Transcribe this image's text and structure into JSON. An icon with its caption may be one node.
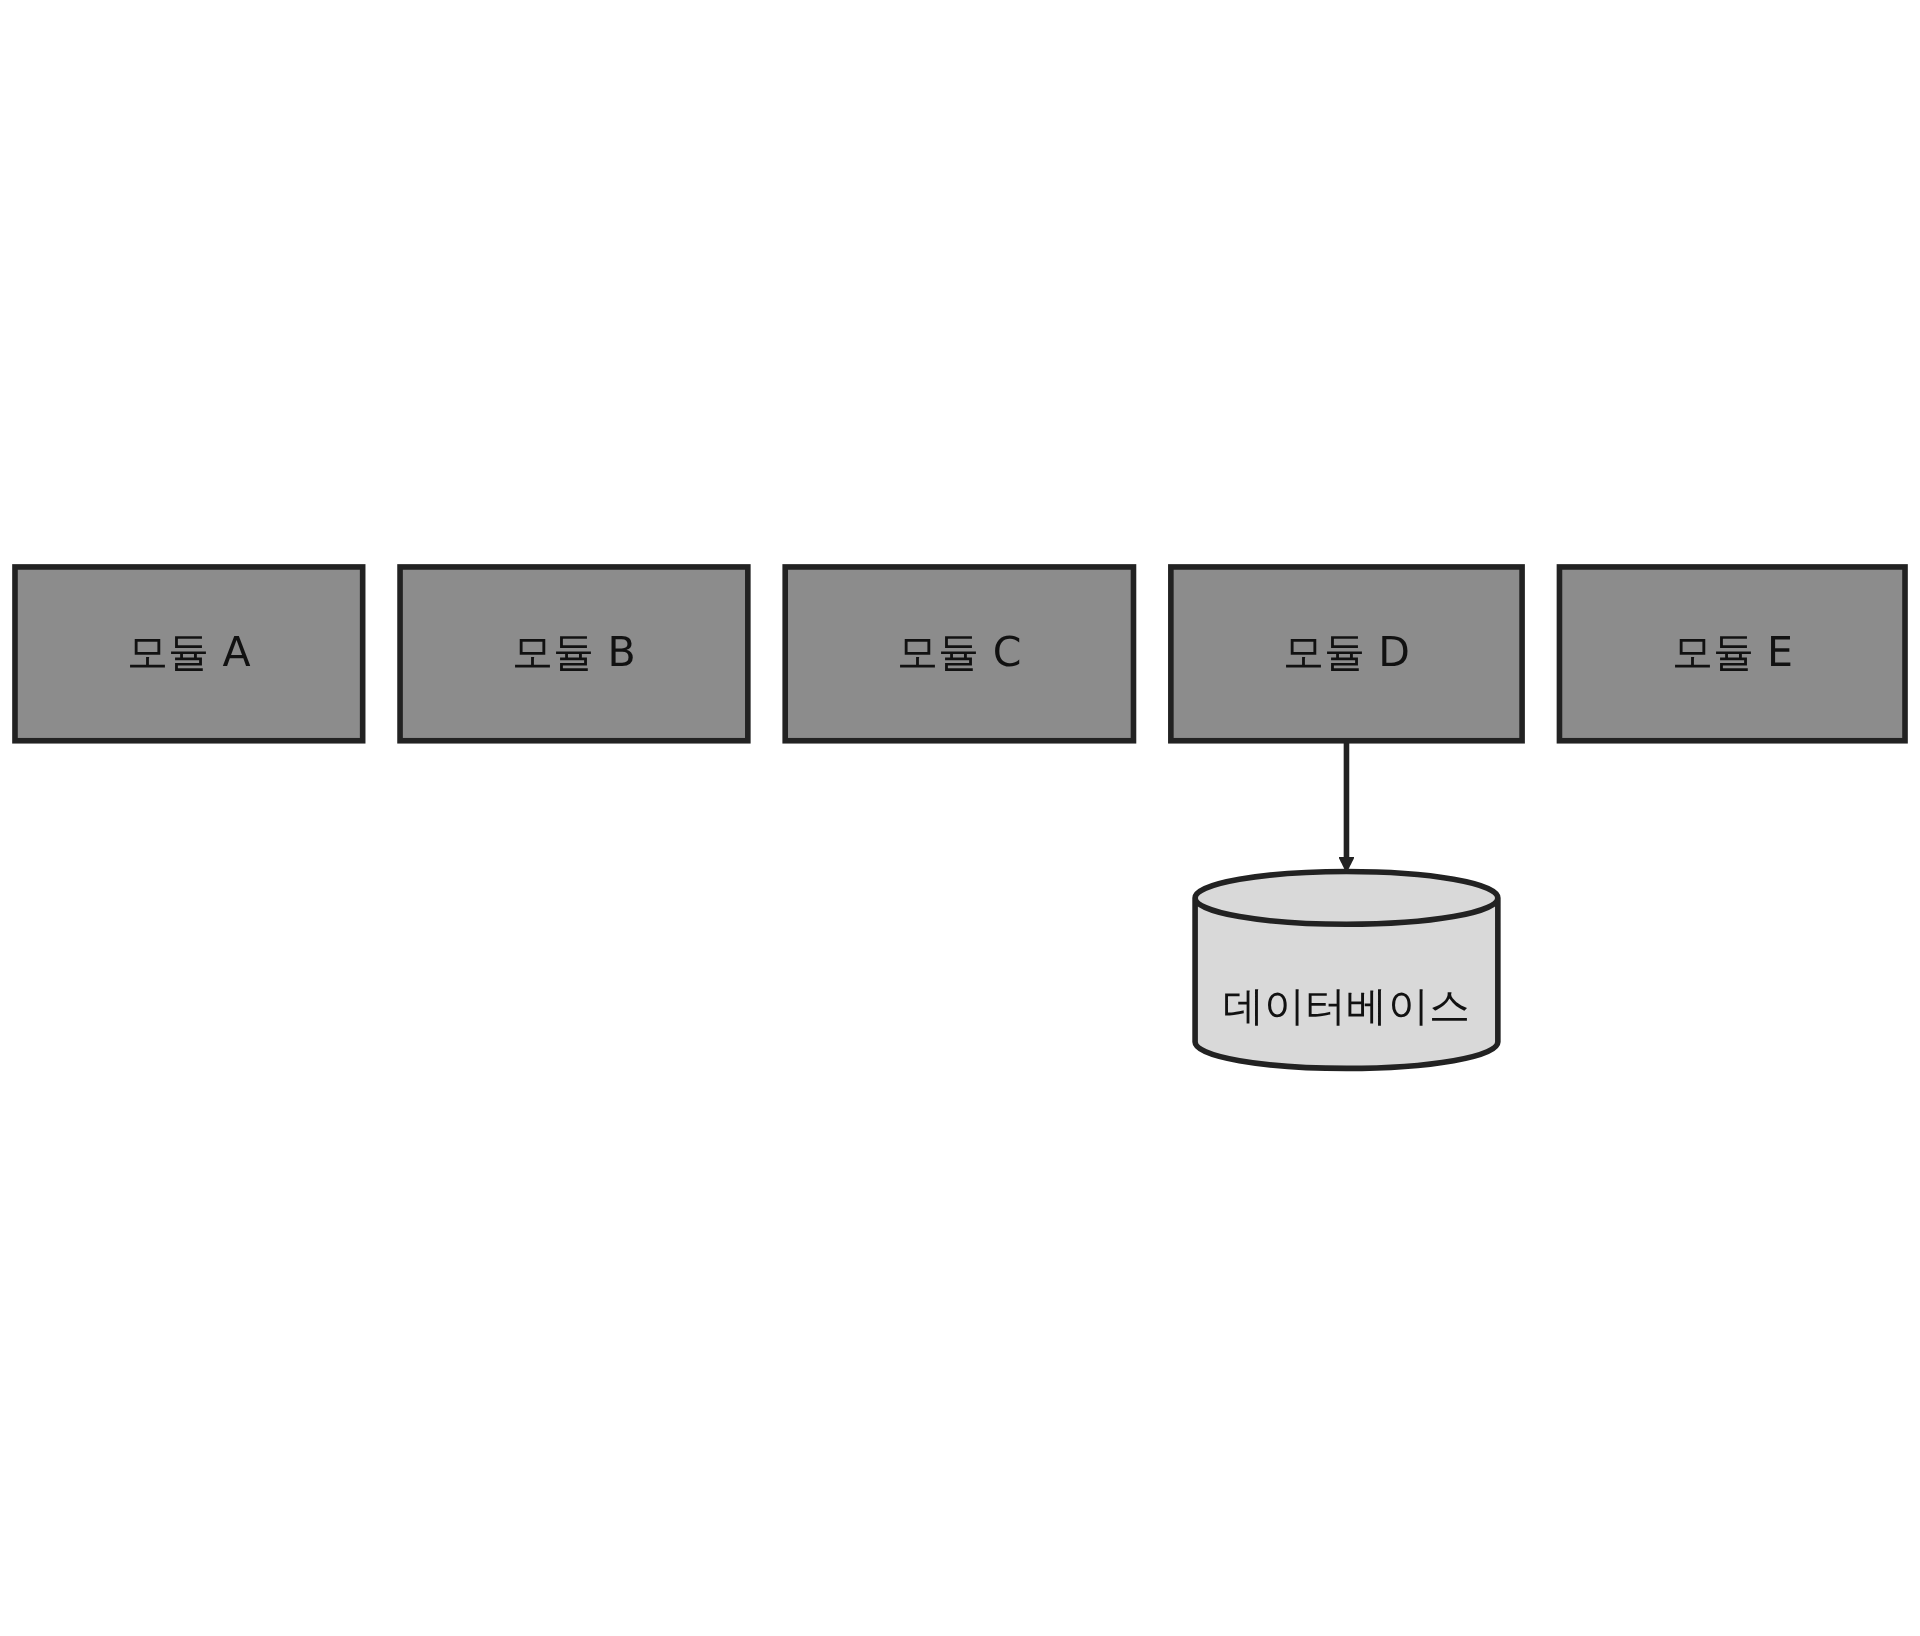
{
  "diagram": {
    "nodes": [
      {
        "text": [
          "모듈 A"
        ]
      },
      {
        "text": [
          "모듈 B"
        ]
      },
      {
        "text": [
          "모듈 C"
        ]
      },
      {
        "text": [
          "모듈 D"
        ]
      },
      {
        "text": [
          "모듈 E"
        ]
      },
      {
        "text": [
          "데이터베이스"
        ]
      }
    ],
    "edges": [
      {
        "from": 3,
        "to": 5,
        "arrow": "to"
      }
    ]
  }
}
